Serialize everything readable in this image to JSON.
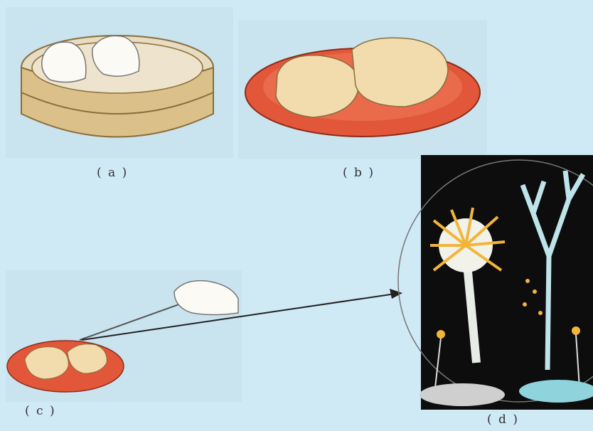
{
  "panels": [
    {
      "id": "a",
      "label": "( a )"
    },
    {
      "id": "b",
      "label": "( b )"
    },
    {
      "id": "c",
      "label": "( c )"
    },
    {
      "id": "d",
      "label": "( d )"
    }
  ],
  "colors": {
    "background": "#cfe9f5",
    "plate_red": "#e2573a",
    "steamer_wood": "#dcc08a",
    "bun": "#f2dcae",
    "micrograph_bg": "#0d0d0d",
    "penicillium": "#bfe3ea",
    "aspergillus_spores": "#f2b53a"
  }
}
